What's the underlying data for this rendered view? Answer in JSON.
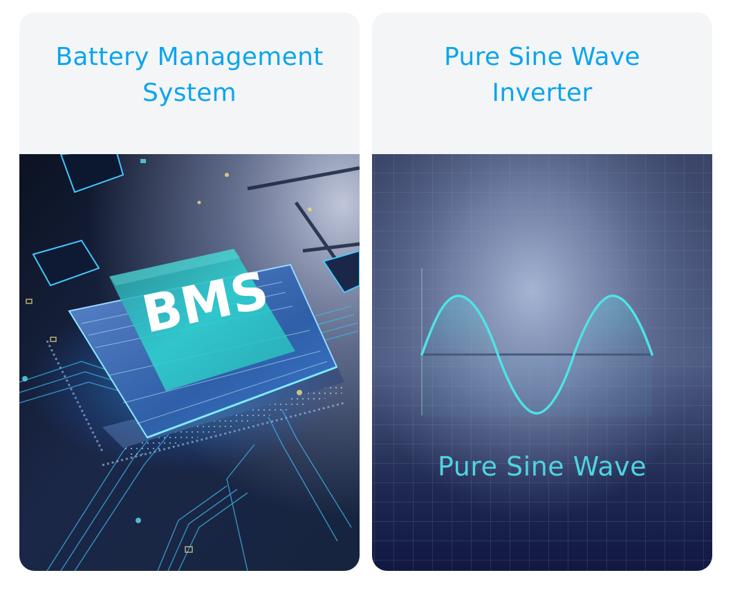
{
  "cards": [
    {
      "id": "bms",
      "title_lines": [
        "Battery Management",
        "System"
      ],
      "image": {
        "description": "circuit-board-chip-illustration",
        "chip_label": "BMS"
      }
    },
    {
      "id": "inverter",
      "title_lines": [
        "Pure Sine Wave",
        "Inverter"
      ],
      "image": {
        "description": "sine-wave-oscilloscope-illustration",
        "caption": "Pure Sine Wave"
      }
    }
  ],
  "colors": {
    "title": "#0aa5ee",
    "header_bg": "#f4f5f6",
    "wave": "#4fe3e6",
    "wave_caption": "#4fd3e0",
    "grid_bg_top": "#2e3a5c",
    "grid_bg_center": "#a3b0cf",
    "grid_bg_bottom": "#141c44",
    "chip_glass": "#2fd0cf"
  }
}
